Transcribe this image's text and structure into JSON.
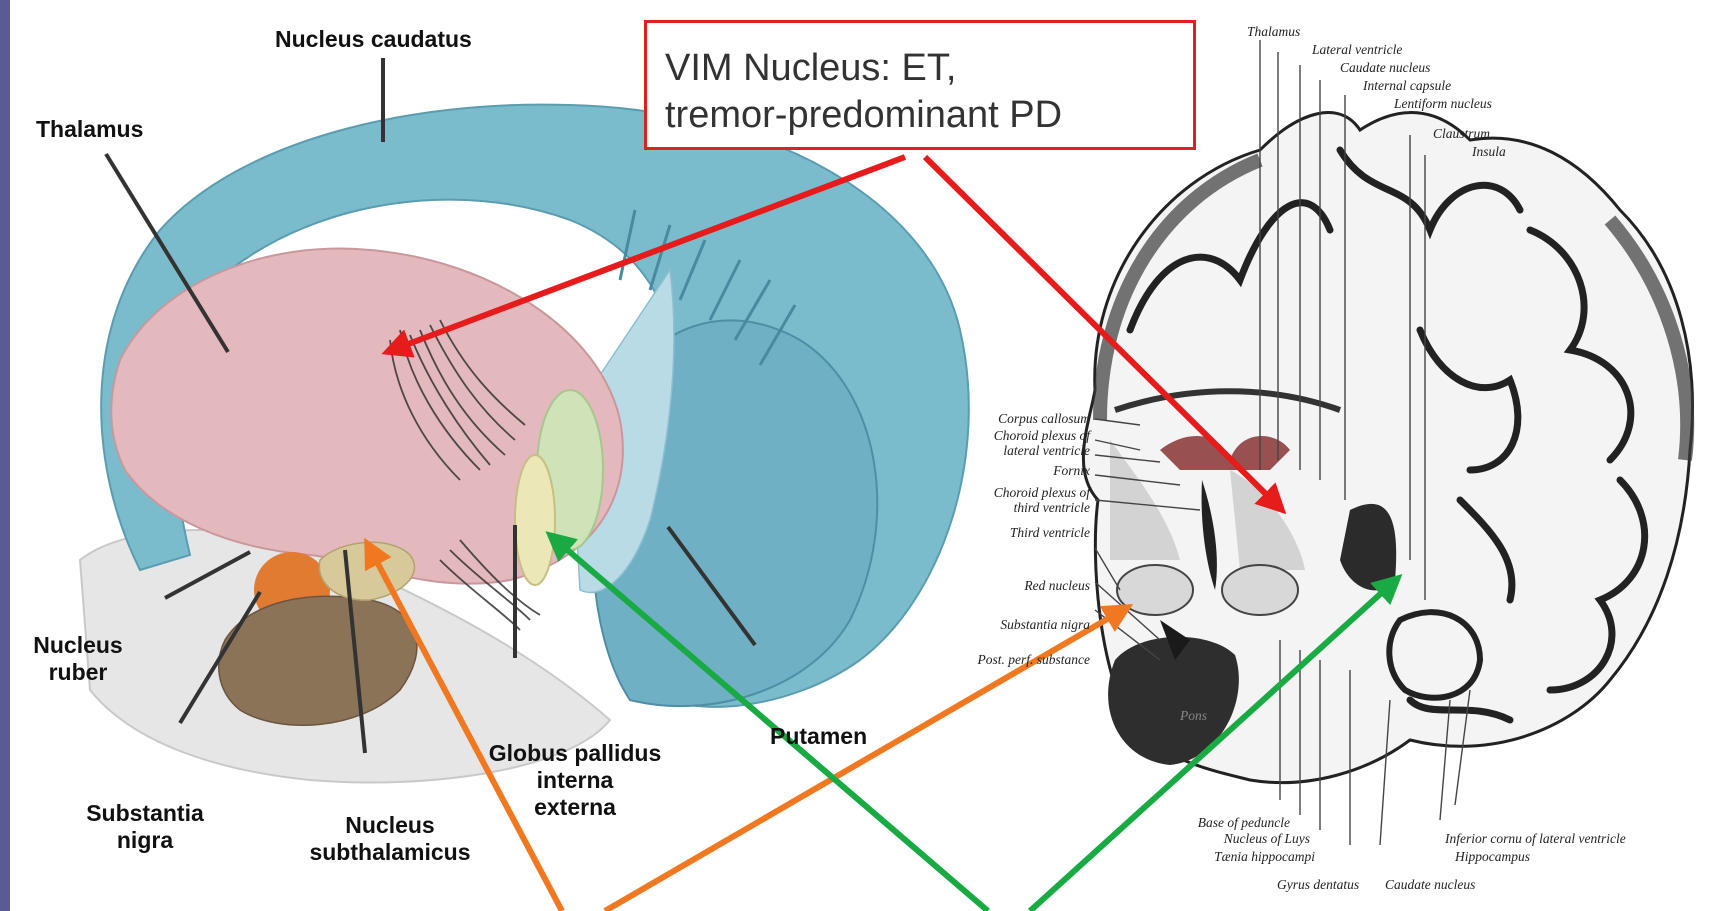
{
  "callout": {
    "line1": "VIM Nucleus: ET,",
    "line2": "tremor-predominant PD"
  },
  "left_labels": {
    "nucleus_caudatus": "Nucleus caudatus",
    "thalamus": "Thalamus",
    "nucleus_ruber": "Nucleus\nruber",
    "substantia_nigra": "Substantia\nnigra",
    "nucleus_subthalamicus": "Nucleus\nsubthalamicus",
    "globus_pallidus": "Globus pallidus\ninterna\nexterna",
    "putamen": "Putamen"
  },
  "right_labels": {
    "thalamus": "Thalamus",
    "lateral_ventricle": "Lateral ventricle",
    "caudate_nucleus_top": "Caudate nucleus",
    "internal_capsule": "Internal capsule",
    "lentiform_nucleus": "Lentiform nucleus",
    "claustrum": "Claustrum",
    "insula": "Insula",
    "corpus_callosum": "Corpus callosum",
    "choroid_plexus_lateral": "Choroid plexus of\nlateral ventricle",
    "fornix": "Fornix",
    "choroid_plexus_third": "Choroid plexus of\nthird ventricle",
    "third_ventricle": "Third ventricle",
    "red_nucleus": "Red nucleus",
    "substantia_nigra": "Substantia nigra",
    "post_perf_substance": "Post. perf. substance",
    "pons": "Pons",
    "base_of_peduncle": "Base of peduncle",
    "nucleus_of_luys": "Nucleus of Luys",
    "taenia_hippocampi": "Tænia hippocampi",
    "gyrus_dentatus": "Gyrus dentatus",
    "caudate_nucleus_bottom": "Caudate nucleus",
    "inferior_cornu": "Inferior cornu of lateral ventricle",
    "hippocampus": "Hippocampus"
  },
  "colors": {
    "frame": "#5b5b93",
    "callout_border": "#e02020",
    "arrow_red": "#e61b1b",
    "arrow_orange": "#f07820",
    "arrow_green": "#1aaa44",
    "caudate": "#7bbccc",
    "thalamus": "#e3b9bd",
    "nucleus_ruber": "#e27b32",
    "substantia_nigra": "#8b7358",
    "subthalamic": "#d8c99a",
    "globus_pallidus": "#cfe2b8"
  }
}
